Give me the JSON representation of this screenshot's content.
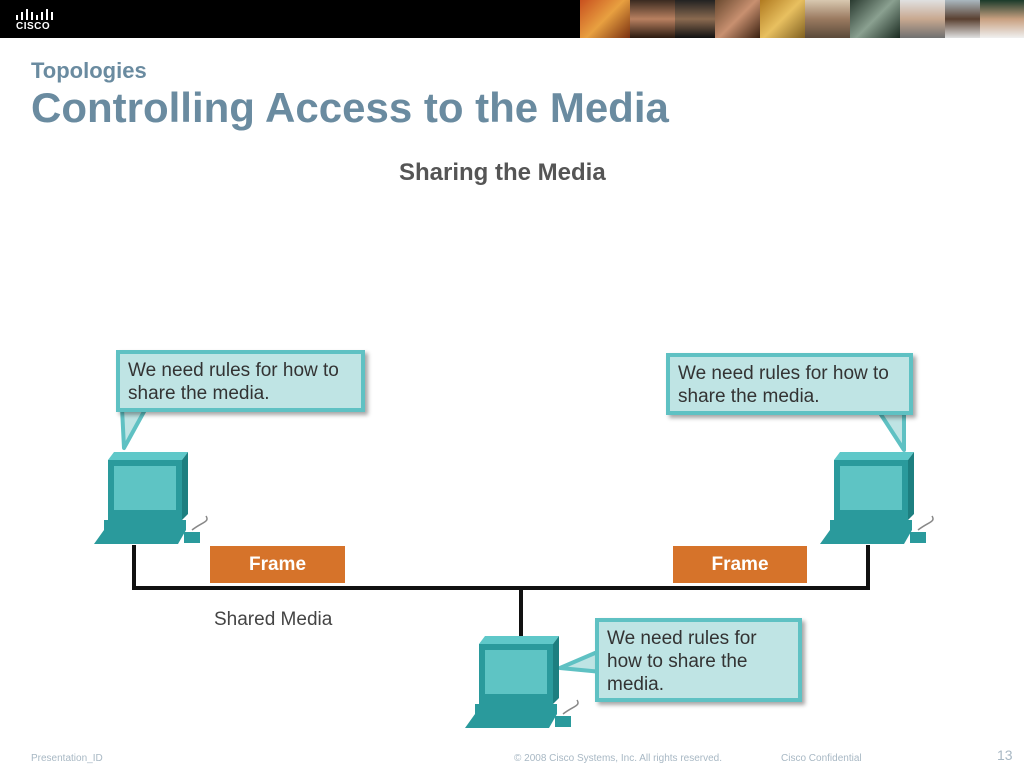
{
  "header": {
    "logo_text": "CISCO",
    "logo_icon": "cisco-bridge-icon",
    "photo_strip_icon": "photo-collage"
  },
  "slide": {
    "section": "Topologies",
    "title": "Controlling Access to the Media"
  },
  "diagram": {
    "title": "Sharing the Media",
    "bubble_left": "We need rules for how to share the media.",
    "bubble_right": "We need rules for how to share the media.",
    "bubble_bottom": "We need rules for how to share the media.",
    "frame_left": "Frame",
    "frame_right": "Frame",
    "shared_media_label": "Shared Media",
    "colors": {
      "bubble_fill": "#bfe4e4",
      "bubble_border": "#5fc1c3",
      "computer": "#2a9a9c",
      "frame": "#d6732a",
      "title_blue": "#6a8ba0"
    }
  },
  "footer": {
    "presentation_id": "Presentation_ID",
    "copyright": "© 2008 Cisco Systems, Inc. All rights reserved.",
    "confidential": "Cisco Confidential",
    "page_number": "13"
  }
}
